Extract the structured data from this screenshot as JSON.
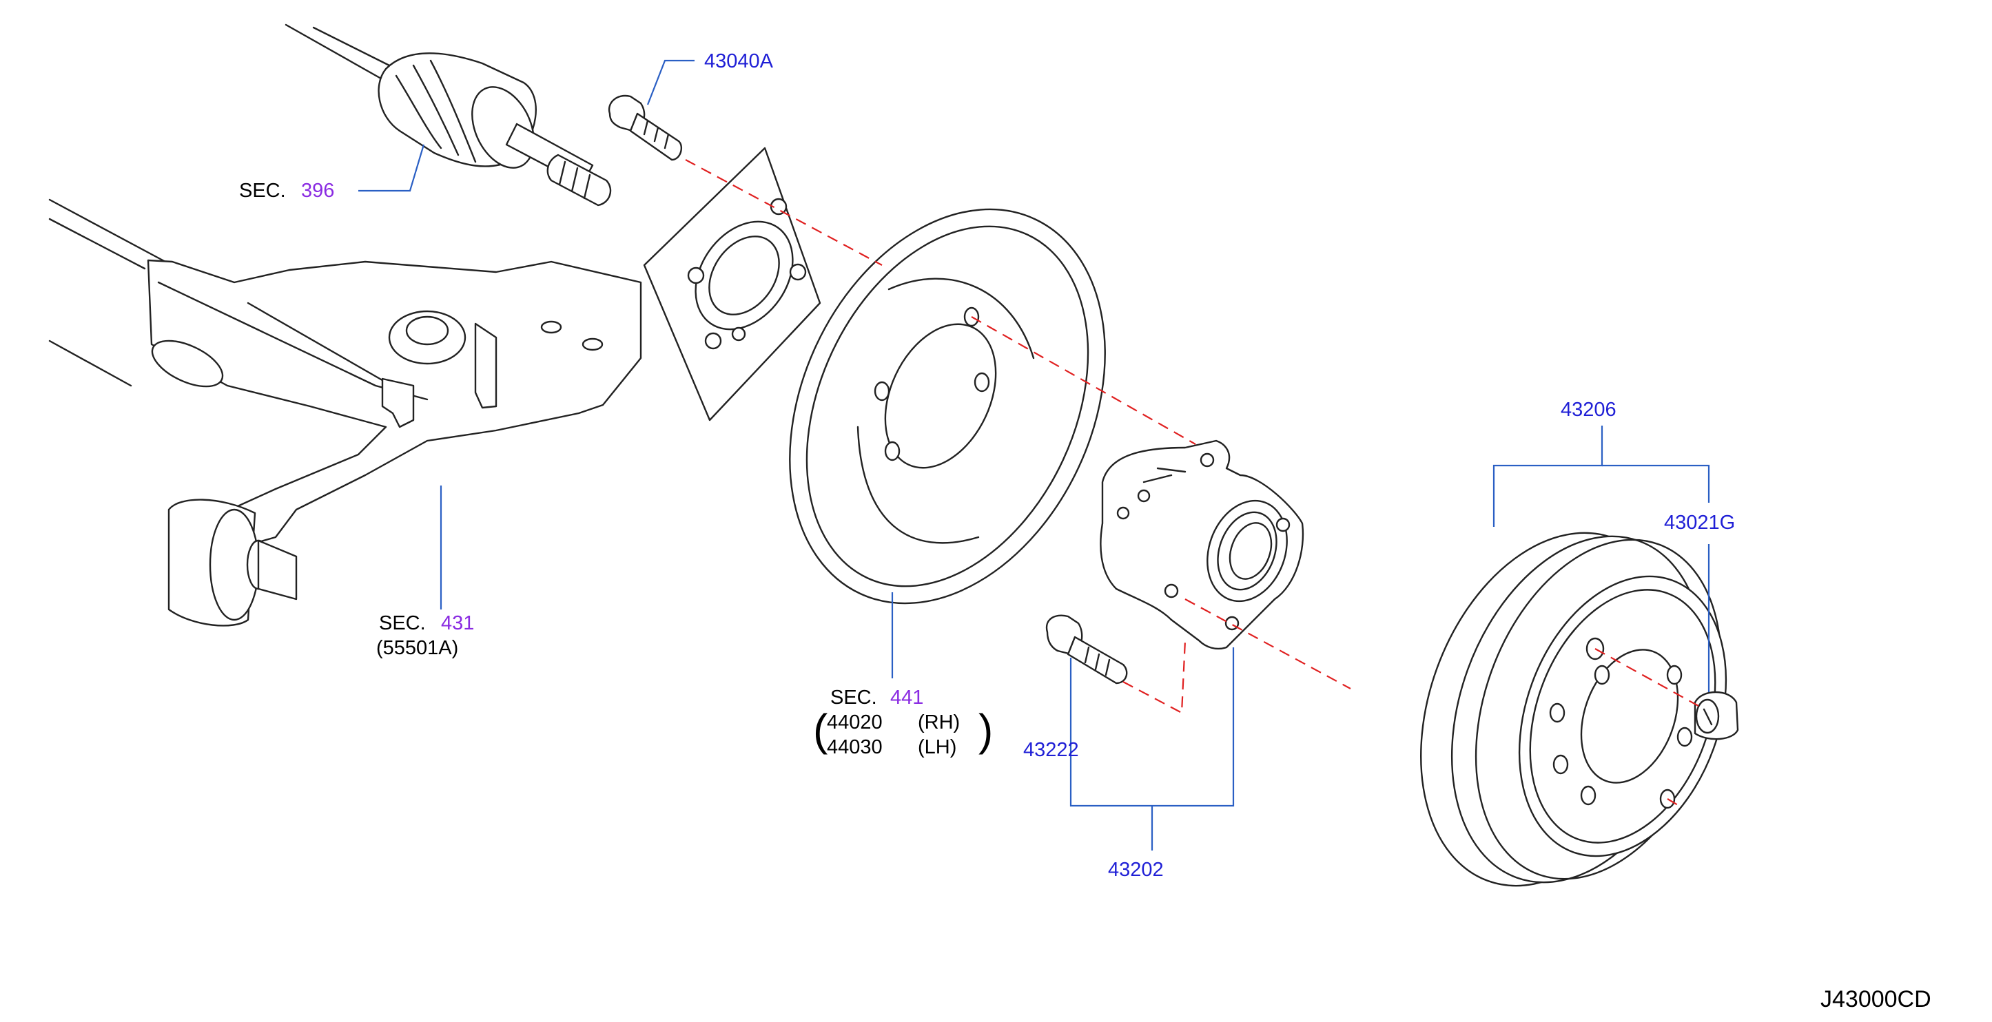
{
  "diagram_code": "J43000CD",
  "callouts": {
    "bolt": "43040A",
    "driveshaft_sec": "SEC.",
    "driveshaft_num": "396",
    "beam_sec": "SEC.",
    "beam_num": "431",
    "beam_part": "(55501A)",
    "backing_sec": "SEC.",
    "backing_num": "441",
    "backing_rh_part": "44020",
    "backing_rh_side": "(RH)",
    "backing_lh_part": "44030",
    "backing_lh_side": "(LH)",
    "hub_bolt": "43222",
    "hub_assembly": "43202",
    "drum_assembly": "43206",
    "cap": "43021G"
  },
  "colors": {
    "part_number_text": "#1f1fd6",
    "section_number_text": "#8a2be2",
    "leader_line": "#2a5fc4",
    "alignment_dash": "#e02020",
    "outline": "#222222"
  }
}
